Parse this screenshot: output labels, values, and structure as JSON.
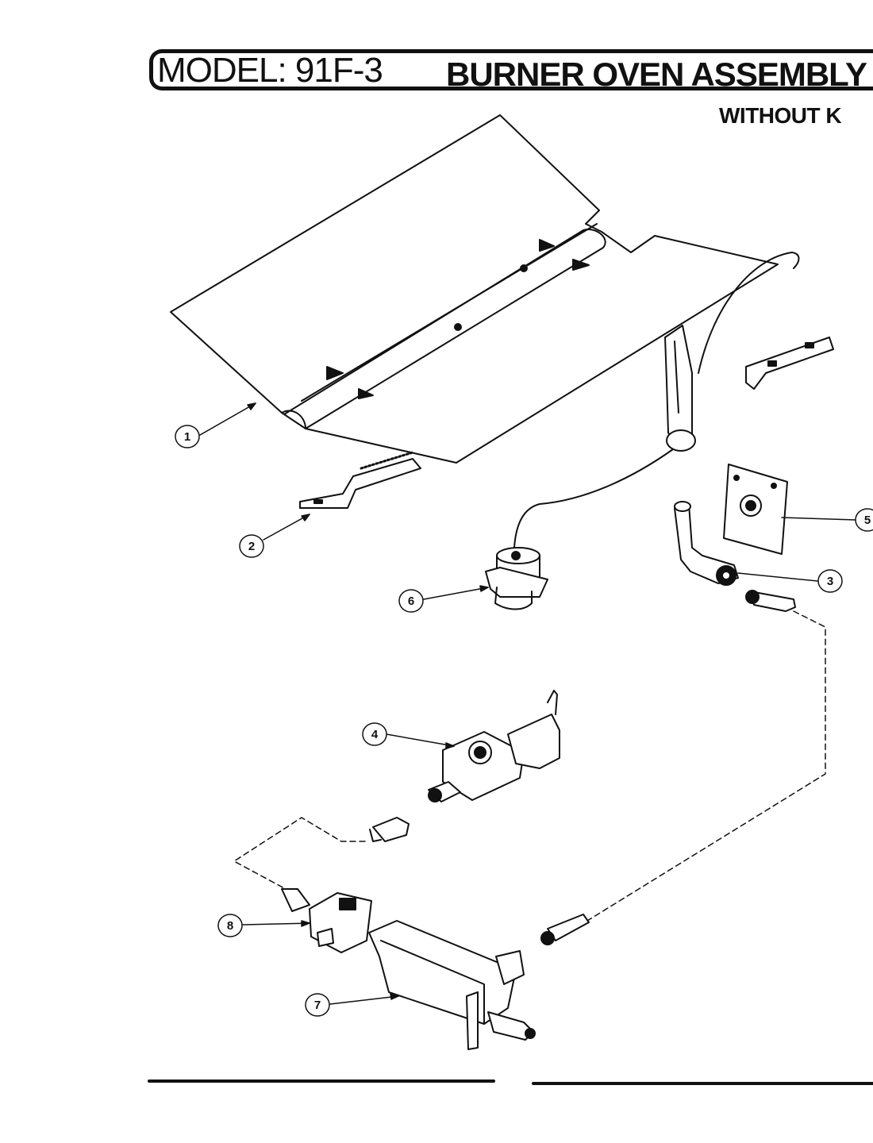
{
  "header": {
    "model": "MODEL: 91F-3",
    "assembly_title": "BURNER OVEN ASSEMBLY",
    "subtitle": "WITHOUT K"
  },
  "callouts": [
    {
      "number": "1"
    },
    {
      "number": "2"
    },
    {
      "number": "3"
    },
    {
      "number": "4"
    },
    {
      "number": "5"
    },
    {
      "number": "6"
    },
    {
      "number": "7"
    },
    {
      "number": "8"
    }
  ]
}
